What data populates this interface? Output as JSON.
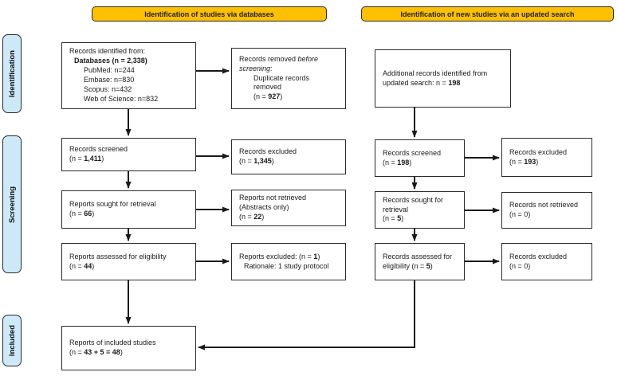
{
  "colors": {
    "header_bg": "#FFC000",
    "header_border": "#2b2b2b",
    "sidebar_bg": "#cde9f8",
    "box_border": "#2b2b2b",
    "arrow": "#1a1a1a"
  },
  "banners": {
    "databases": "Identification of studies via databases",
    "updated": "Identification of new studies via an updated search"
  },
  "stages": {
    "identification": "Identification",
    "screening": "Screening",
    "included": "Included"
  },
  "boxes": {
    "records_identified": {
      "lines": [
        {
          "i": 0,
          "runs": [
            {
              "t": "Records identified from:"
            }
          ]
        },
        {
          "i": 1,
          "runs": [
            {
              "t": "Databases (n = 2,338)",
              "b": 1
            }
          ]
        },
        {
          "i": 2,
          "runs": [
            {
              "t": "PubMed: n=244"
            }
          ]
        },
        {
          "i": 2,
          "runs": [
            {
              "t": "Embase: n=830"
            }
          ]
        },
        {
          "i": 2,
          "runs": [
            {
              "t": "Scopus: n=432"
            }
          ]
        },
        {
          "i": 2,
          "runs": [
            {
              "t": "Web of Science: n=832"
            }
          ]
        }
      ]
    },
    "records_removed": {
      "lines": [
        {
          "i": 0,
          "runs": [
            {
              "t": "Records removed "
            },
            {
              "t": "before screening",
              "it": 1
            },
            {
              "t": ":"
            }
          ]
        },
        {
          "i": 2,
          "runs": [
            {
              "t": "Duplicate records"
            }
          ]
        },
        {
          "i": 2,
          "runs": [
            {
              "t": "removed"
            }
          ]
        },
        {
          "i": 2,
          "runs": [
            {
              "t": "(n = "
            },
            {
              "t": "927",
              "b": 1
            },
            {
              "t": ")"
            }
          ]
        }
      ]
    },
    "records_screened_db": {
      "lines": [
        {
          "i": 0,
          "runs": [
            {
              "t": "Records screened"
            }
          ]
        },
        {
          "i": 0,
          "runs": [
            {
              "t": "(n = "
            },
            {
              "t": "1,411",
              "b": 1
            },
            {
              "t": ")"
            }
          ]
        }
      ]
    },
    "records_excluded_db": {
      "lines": [
        {
          "i": 0,
          "runs": [
            {
              "t": "Records excluded"
            }
          ]
        },
        {
          "i": 0,
          "runs": [
            {
              "t": "(n = "
            },
            {
              "t": "1,345",
              "b": 1
            },
            {
              "t": ")"
            }
          ]
        }
      ]
    },
    "reports_sought": {
      "lines": [
        {
          "i": 0,
          "runs": [
            {
              "t": "Reports sought for retrieval"
            }
          ]
        },
        {
          "i": 0,
          "runs": [
            {
              "t": "(n = "
            },
            {
              "t": "66",
              "b": 1
            },
            {
              "t": ")"
            }
          ]
        }
      ]
    },
    "reports_not_retrieved": {
      "lines": [
        {
          "i": 0,
          "runs": [
            {
              "t": "Reports not retrieved"
            }
          ]
        },
        {
          "i": 0,
          "runs": [
            {
              "t": "(Abstracts only)"
            }
          ]
        },
        {
          "i": 0,
          "runs": [
            {
              "t": "(n = "
            },
            {
              "t": "22",
              "b": 1
            },
            {
              "t": ")"
            }
          ]
        }
      ]
    },
    "reports_assessed": {
      "lines": [
        {
          "i": 0,
          "runs": [
            {
              "t": "Reports assessed for eligibility"
            }
          ]
        },
        {
          "i": 0,
          "runs": [
            {
              "t": "(n = "
            },
            {
              "t": "44",
              "b": 1
            },
            {
              "t": ")"
            }
          ]
        }
      ]
    },
    "reports_excluded": {
      "lines": [
        {
          "i": 0,
          "runs": [
            {
              "t": "Reports excluded: (n = "
            },
            {
              "t": "1",
              "b": 1
            },
            {
              "t": ")"
            }
          ]
        },
        {
          "i": 1,
          "runs": [
            {
              "t": "Rationale: 1 study protocol"
            }
          ]
        }
      ]
    },
    "included_studies": {
      "lines": [
        {
          "i": 0,
          "runs": [
            {
              "t": "Reports of included studies"
            }
          ]
        },
        {
          "i": 0,
          "runs": [
            {
              "t": "(n = "
            },
            {
              "t": "43 + 5 = 48",
              "b": 1
            },
            {
              "t": ")"
            }
          ]
        }
      ]
    },
    "additional_records": {
      "lines": [
        {
          "i": 0,
          "runs": [
            {
              "t": "Additional records identified from"
            }
          ]
        },
        {
          "i": 0,
          "runs": [
            {
              "t": "updated search: n = "
            },
            {
              "t": "198",
              "b": 1
            }
          ]
        }
      ]
    },
    "records_screened_new": {
      "lines": [
        {
          "i": 0,
          "runs": [
            {
              "t": "Records screened"
            }
          ]
        },
        {
          "i": 0,
          "runs": [
            {
              "t": "(n = "
            },
            {
              "t": "198",
              "b": 1
            },
            {
              "t": ")"
            }
          ]
        }
      ]
    },
    "records_excluded_new": {
      "lines": [
        {
          "i": 0,
          "runs": [
            {
              "t": "Records excluded"
            }
          ]
        },
        {
          "i": 0,
          "runs": [
            {
              "t": "(n = "
            },
            {
              "t": "193",
              "b": 1
            },
            {
              "t": ")"
            }
          ]
        }
      ]
    },
    "records_sought_new": {
      "lines": [
        {
          "i": 0,
          "runs": [
            {
              "t": "Records sought for"
            }
          ]
        },
        {
          "i": 0,
          "runs": [
            {
              "t": "retrieval"
            }
          ]
        },
        {
          "i": 0,
          "runs": [
            {
              "t": "(n = "
            },
            {
              "t": "5",
              "b": 1
            },
            {
              "t": ")"
            }
          ]
        }
      ]
    },
    "records_not_retrieved_new": {
      "lines": [
        {
          "i": 0,
          "runs": [
            {
              "t": "Records not retrieved"
            }
          ]
        },
        {
          "i": 0,
          "runs": [
            {
              "t": "(n = 0)"
            }
          ]
        }
      ]
    },
    "records_assessed_new": {
      "lines": [
        {
          "i": 0,
          "runs": [
            {
              "t": "Records assessed for"
            }
          ]
        },
        {
          "i": 0,
          "runs": [
            {
              "t": "eligibility (n = "
            },
            {
              "t": "5",
              "b": 1
            },
            {
              "t": ")"
            }
          ]
        }
      ]
    },
    "records_excluded_elig_new": {
      "lines": [
        {
          "i": 0,
          "runs": [
            {
              "t": "Records excluded"
            }
          ]
        },
        {
          "i": 0,
          "runs": [
            {
              "t": "(n = 0)"
            }
          ]
        }
      ]
    }
  }
}
